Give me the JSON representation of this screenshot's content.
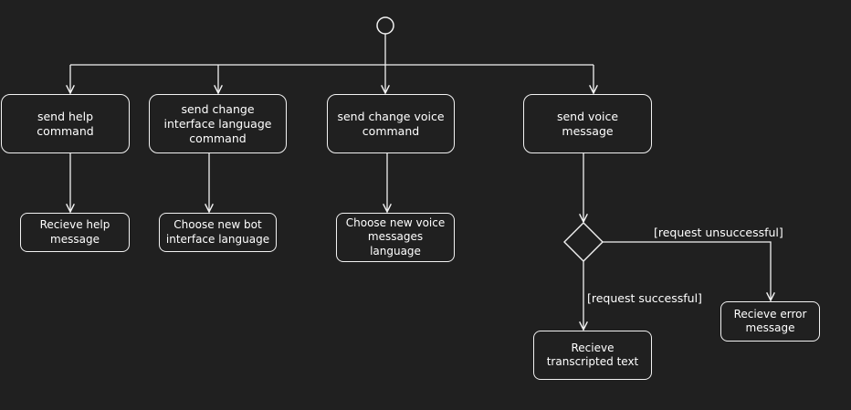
{
  "diagram": {
    "nodes": {
      "start": "",
      "send_help": "send help command",
      "send_change_interface": "send change interface language command",
      "send_change_voice": "send change voice command",
      "send_voice_message": "send voice message",
      "receive_help": "Recieve help message",
      "choose_bot_language": "Choose new bot interface language",
      "choose_voice_language": "Choose new voice  messages language",
      "receive_transcript": "Recieve transcripted text",
      "receive_error": "Recieve error message"
    },
    "labels": {
      "request_unsuccessful": "[request unsuccessful]",
      "request_successful": "[request successful]"
    },
    "colors": {
      "background": "#202020",
      "stroke": "#f2f2f2",
      "text": "#ffffff"
    }
  }
}
